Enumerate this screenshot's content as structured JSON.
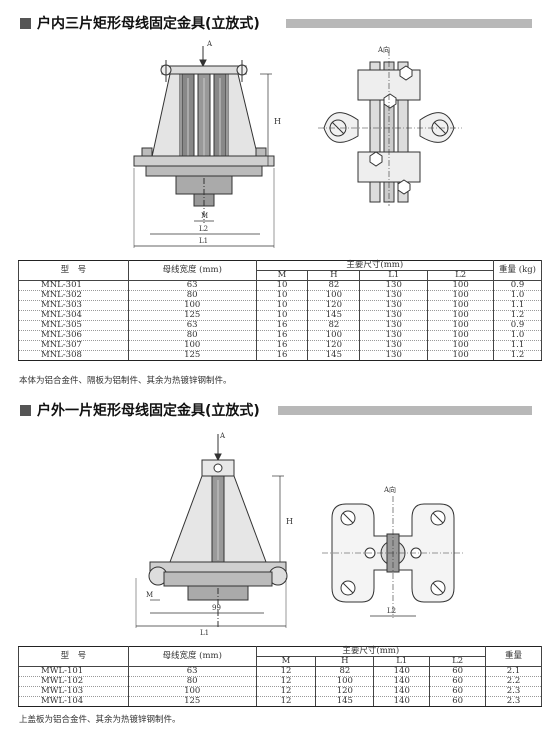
{
  "section1": {
    "title": "户内三片矩形母线固定金具(立放式)",
    "drawing_labels": {
      "arrow": "A",
      "view": "A向",
      "height": "H",
      "m": "M",
      "l2": "L2",
      "l1": "L1"
    },
    "table": {
      "headers": {
        "model": "型　号",
        "width": "母线宽度 (mm)",
        "main_dims": "主要尺寸(mm)",
        "weight": "重量 (kg)"
      },
      "dim_headers": [
        "M",
        "H",
        "L1",
        "L2"
      ],
      "rows": [
        {
          "model": "MNL-301",
          "width": "63",
          "M": "10",
          "H": "82",
          "L1": "130",
          "L2": "100",
          "weight": "0.9"
        },
        {
          "model": "MNL-302",
          "width": "80",
          "M": "10",
          "H": "100",
          "L1": "130",
          "L2": "100",
          "weight": "1.0"
        },
        {
          "model": "MNL-303",
          "width": "100",
          "M": "10",
          "H": "120",
          "L1": "130",
          "L2": "100",
          "weight": "1.1"
        },
        {
          "model": "MNL-304",
          "width": "125",
          "M": "10",
          "H": "145",
          "L1": "130",
          "L2": "100",
          "weight": "1.2"
        },
        {
          "model": "MNL-305",
          "width": "63",
          "M": "16",
          "H": "82",
          "L1": "130",
          "L2": "100",
          "weight": "0.9"
        },
        {
          "model": "MNL-306",
          "width": "80",
          "M": "16",
          "H": "100",
          "L1": "130",
          "L2": "100",
          "weight": "1.0"
        },
        {
          "model": "MNL-307",
          "width": "100",
          "M": "16",
          "H": "120",
          "L1": "130",
          "L2": "100",
          "weight": "1.1"
        },
        {
          "model": "MNL-308",
          "width": "125",
          "M": "16",
          "H": "145",
          "L1": "130",
          "L2": "100",
          "weight": "1.2"
        }
      ]
    },
    "note": "本体为铝合金件、隔板为铝制件、其余为热镀锌钢制件。"
  },
  "section2": {
    "title": "户外一片矩形母线固定金具(立放式)",
    "drawing_labels": {
      "arrow": "A",
      "view": "A向",
      "height": "H",
      "m": "M",
      "dim99": "99",
      "l2": "L2",
      "l1": "L1"
    },
    "table": {
      "headers": {
        "model": "型　号",
        "width": "母线宽度 (mm)",
        "main_dims": "主要尺寸(mm)",
        "weight": "重量"
      },
      "dim_headers": [
        "M",
        "H",
        "L1",
        "L2"
      ],
      "rows": [
        {
          "model": "MWL-101",
          "width": "63",
          "M": "12",
          "H": "82",
          "L1": "140",
          "L2": "60",
          "weight": "2.1"
        },
        {
          "model": "MWL-102",
          "width": "80",
          "M": "12",
          "H": "100",
          "L1": "140",
          "L2": "60",
          "weight": "2.2"
        },
        {
          "model": "MWL-103",
          "width": "100",
          "M": "12",
          "H": "120",
          "L1": "140",
          "L2": "60",
          "weight": "2.3"
        },
        {
          "model": "MWL-104",
          "width": "125",
          "M": "12",
          "H": "145",
          "L1": "140",
          "L2": "60",
          "weight": "2.3"
        }
      ]
    },
    "note": "上盖板为铝合金件、其余为热镀锌钢制件。"
  }
}
